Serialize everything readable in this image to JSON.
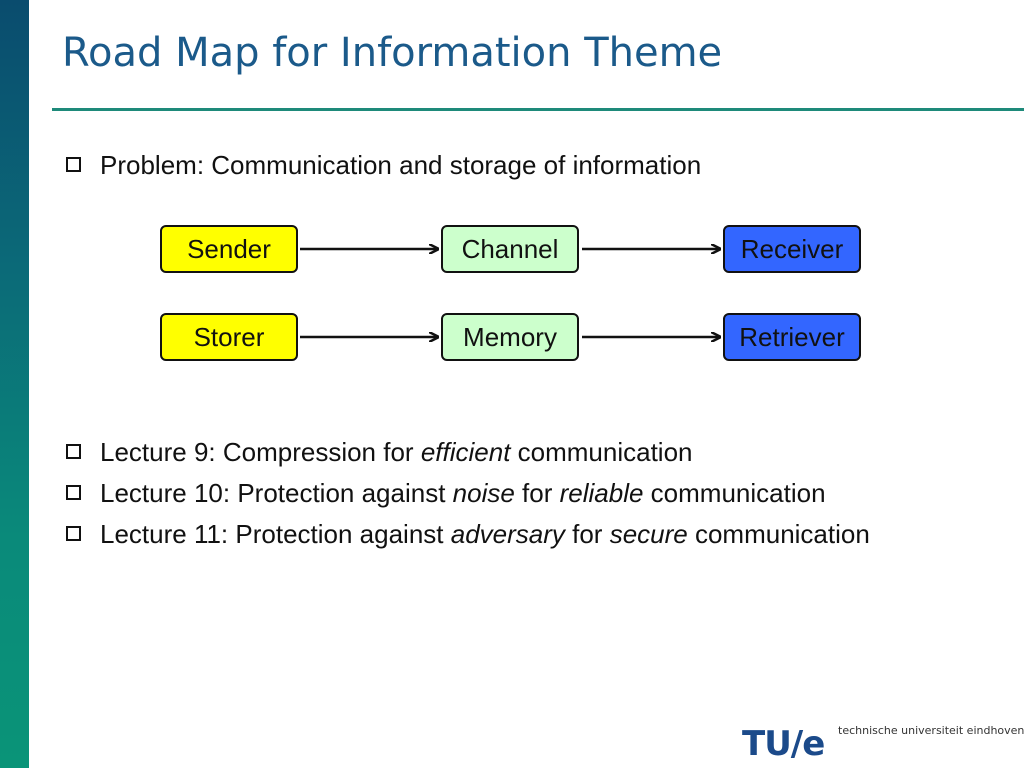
{
  "title": "Road Map for Information Theme",
  "problem": {
    "label": "Problem: Communication and storage of information"
  },
  "diagram": {
    "row1": {
      "left": "Sender",
      "middle": "Channel",
      "right": "Receiver"
    },
    "row2": {
      "left": "Storer",
      "middle": "Memory",
      "right": "Retriever"
    }
  },
  "lectures": [
    {
      "pre": "Lecture 9: Compression for ",
      "em1": "efficient",
      "mid": " communication",
      "em2": "",
      "post": ""
    },
    {
      "pre": "Lecture 10: Protection against ",
      "em1": "noise",
      "mid": " for ",
      "em2": "reliable",
      "post": " communication"
    },
    {
      "pre": "Lecture 11: Protection against ",
      "em1": "adversary",
      "mid": " for ",
      "em2": "secure",
      "post": " communication"
    }
  ],
  "logo": {
    "mark": "TU/e",
    "name": "technische universiteit eindhoven"
  },
  "colors": {
    "title": "#1b5a8a",
    "rule": "#1e8a7a",
    "sender_box": "#ffff00",
    "channel_box": "#ccffcc",
    "receiver_box": "#3366ff"
  }
}
